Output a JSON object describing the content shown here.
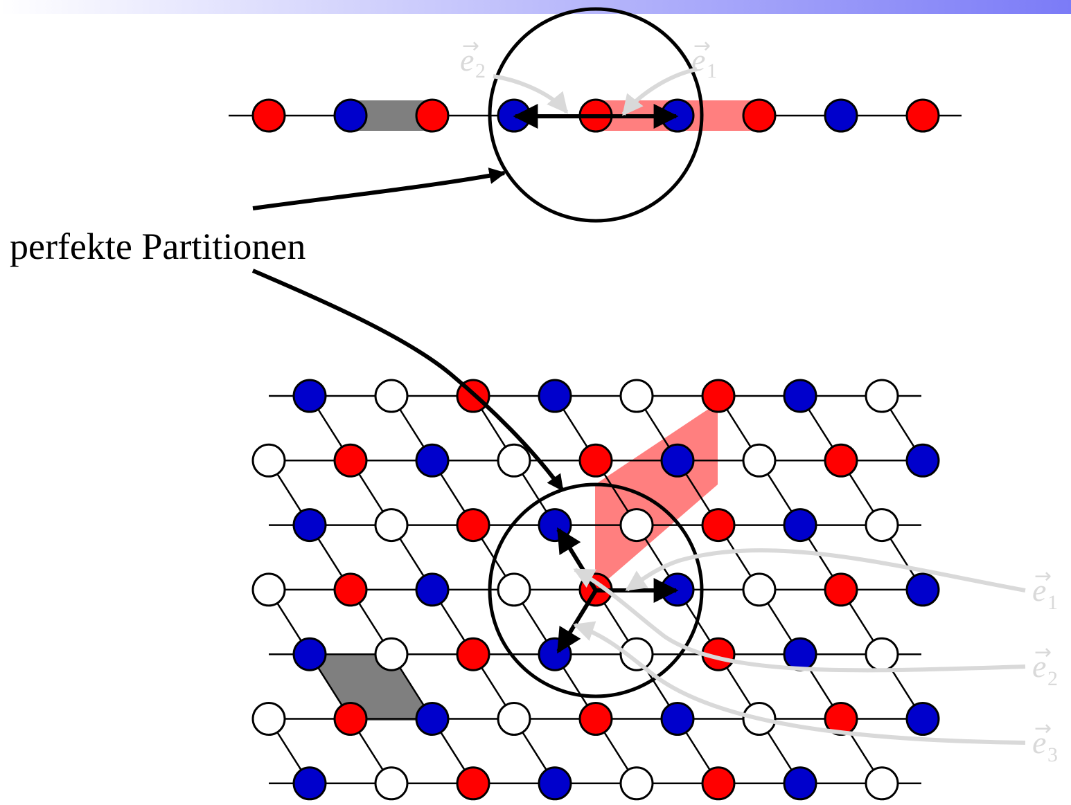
{
  "label_main": "perfekte Partitionen",
  "vectors": {
    "top": [
      {
        "base": "e",
        "sub": "2"
      },
      {
        "base": "e",
        "sub": "1"
      }
    ],
    "side": [
      {
        "base": "e",
        "sub": "1"
      },
      {
        "base": "e",
        "sub": "2"
      },
      {
        "base": "e",
        "sub": "3"
      }
    ]
  },
  "chain_1d": [
    "red",
    "blue",
    "red",
    "blue",
    "red",
    "blue",
    "red",
    "blue",
    "red"
  ],
  "lattice_rows": [
    [
      "blue",
      "white",
      "red",
      "blue",
      "white",
      "red",
      "blue",
      "white"
    ],
    [
      "white",
      "red",
      "blue",
      "white",
      "red",
      "blue",
      "white",
      "red",
      "blue"
    ],
    [
      "blue",
      "white",
      "red",
      "blue",
      "white",
      "red",
      "blue",
      "white"
    ],
    [
      "white",
      "red",
      "blue",
      "white",
      "red",
      "blue",
      "white",
      "red",
      "blue"
    ],
    [
      "blue",
      "white",
      "red",
      "blue",
      "white",
      "red",
      "blue",
      "white"
    ],
    [
      "white",
      "red",
      "blue",
      "white",
      "red",
      "blue",
      "white",
      "red",
      "blue"
    ],
    [
      "blue",
      "white",
      "red",
      "blue",
      "white",
      "red",
      "blue",
      "white"
    ]
  ],
  "colors": {
    "red": "#ff0000",
    "blue": "#0000cc",
    "white": "#ffffff",
    "highlight": "#ff7f7f",
    "unit_cell": "#7f7f7f",
    "annotation": "#d9d9d9",
    "topbar_from": "#ffffff",
    "topbar_to": "#7b7bf7"
  }
}
